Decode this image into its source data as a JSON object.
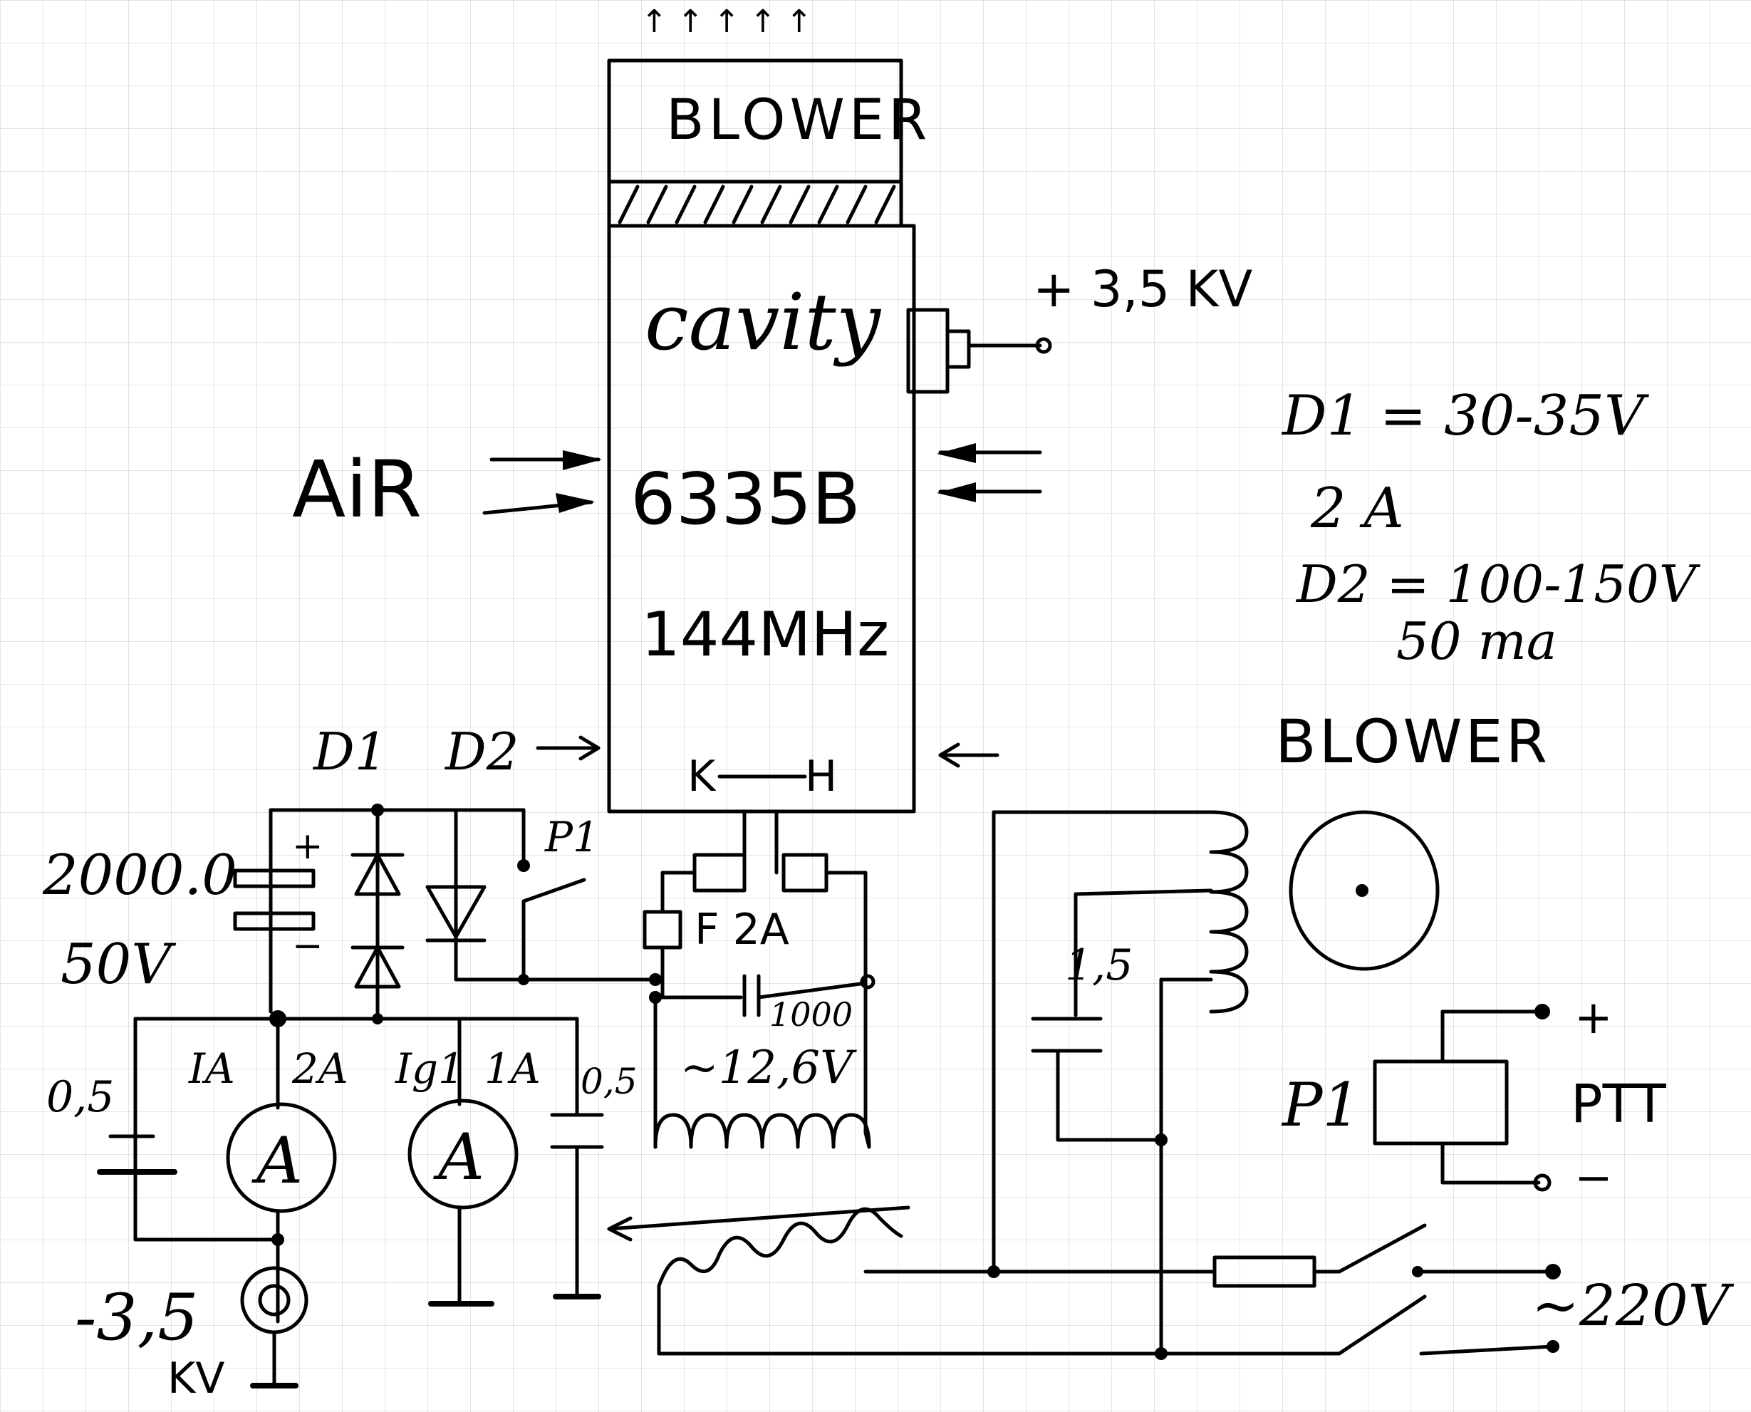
{
  "labels": {
    "top_arrows": "↑  ↑  ↑  ↑  ↑",
    "blower_top": "BLOWER",
    "cavity": "cavity",
    "tube": "6335B",
    "freq": "144MHz",
    "hv": "+ 3,5 KV",
    "air": "AiR",
    "d1_spec": "D1 = 30-35V",
    "d1_current": "2 A",
    "d2_spec": "D2 = 100-150V",
    "d2_current": "50 ma",
    "blower_right": "BLOWER",
    "d1": "D1",
    "d2": "D2",
    "k": "K",
    "h": "H",
    "p1_contact": "P1",
    "cap_big": "2000.0",
    "cap_big_v": "50V",
    "fuse": "F 2A",
    "cap_1000": "1000",
    "filament": "~12,6V",
    "cap_05_left": "0,5",
    "ia": "IA",
    "ia_range": "2A",
    "ig": "Ig1",
    "ig_range": "1A",
    "cap_05_right": "0,5",
    "meter_a1": "A",
    "meter_a2": "A",
    "neg_hv": "-3,5",
    "neg_hv_unit": "KV",
    "cap_15": "1,5",
    "relay_p1": "P1",
    "ptt": "PTT",
    "ptt_plus": "+",
    "ptt_minus": "−",
    "mains": "~220V"
  }
}
